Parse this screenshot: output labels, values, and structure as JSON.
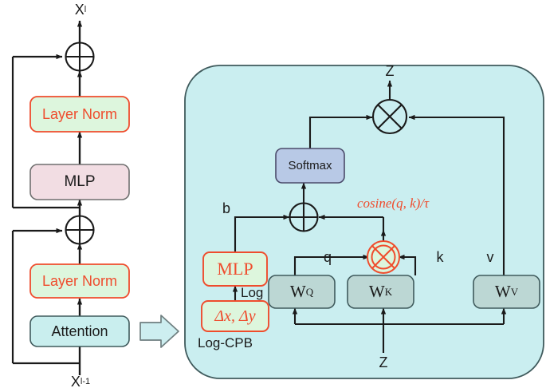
{
  "figure": {
    "type": "architecture-diagram",
    "title": "Swin Transformer V2 block with scaled cosine attention and Log-CPB",
    "background": "#ffffff"
  },
  "colors": {
    "panel_fill": "#caeef0",
    "panel_stroke": "#3f5a5c",
    "layernorm_fill": "#ddf6dd",
    "layernorm_stroke": "#ef4c2d",
    "mlp_left_fill": "#f2dde3",
    "mlp_left_stroke": "#6f6f6f",
    "attention_fill": "#c9eeee",
    "attention_stroke": "#3f5a5c",
    "softmax_fill": "#b8c9e6",
    "softmax_stroke": "#4a4a6a",
    "weight_fill": "#bcd7d4",
    "weight_stroke": "#3f5a5c",
    "arrow_block_fill": "#cdeef0",
    "arrow_block_stroke": "#6f7f80",
    "line": "#1a1a1a",
    "accent_red": "#ef4c2d",
    "text_black": "#1a1a1a"
  },
  "left_panel": {
    "name": "transformer-block",
    "input_label": "X",
    "input_subscript": "l-1",
    "output_label": "X",
    "output_subscript": "l",
    "blocks": [
      {
        "id": "attention",
        "label": "Attention",
        "fill": "#c9eeee",
        "stroke": "#3f5a5c",
        "text_color": "#1a1a1a",
        "font": "sans"
      },
      {
        "id": "layer-norm-1",
        "label": "Layer Norm",
        "fill": "#ddf6dd",
        "stroke": "#ef4c2d",
        "text_color": "#ef4c2d",
        "font": "sans"
      },
      {
        "id": "mlp",
        "label": "MLP",
        "fill": "#f2dde3",
        "stroke": "#6f6f6f",
        "text_color": "#1a1a1a",
        "font": "sans"
      },
      {
        "id": "layer-norm-2",
        "label": "Layer Norm",
        "fill": "#ddf6dd",
        "stroke": "#ef4c2d",
        "text_color": "#ef4c2d",
        "font": "sans"
      }
    ],
    "residual_adders": [
      {
        "id": "add-1",
        "symbol": "plus-circle"
      },
      {
        "id": "add-2",
        "symbol": "plus-circle"
      }
    ]
  },
  "connector": {
    "name": "expand-arrow",
    "direction": "right"
  },
  "right_panel": {
    "name": "attention-detail",
    "output_label": "Z",
    "input_label": "Z",
    "bias_label": "b",
    "log_label": "Log",
    "group_label": "Log-CPB",
    "annotation": "cosine(q, k)/τ",
    "branch_labels": {
      "q": "q",
      "k": "k",
      "v": "v"
    },
    "blocks": [
      {
        "id": "softmax",
        "label": "Softmax",
        "fill": "#b8c9e6",
        "stroke": "#4a4a6a",
        "text_color": "#1a1a1a",
        "font": "sans"
      },
      {
        "id": "mlp-cpb",
        "label": "MLP",
        "fill": "#ddf6dd",
        "stroke": "#ef4c2d",
        "text_color": "#ef4c2d",
        "font": "serif"
      },
      {
        "id": "delta-xy",
        "label": "Δx, Δy",
        "fill": "#ddf6dd",
        "stroke": "#ef4c2d",
        "text_color": "#ef4c2d",
        "font": "serif-italic"
      },
      {
        "id": "w-q",
        "label": "W",
        "superscript": "Q",
        "fill": "#bcd7d4",
        "stroke": "#3f5a5c",
        "text_color": "#1a1a1a",
        "font": "serif"
      },
      {
        "id": "w-k",
        "label": "W",
        "superscript": "K",
        "fill": "#bcd7d4",
        "stroke": "#3f5a5c",
        "text_color": "#1a1a1a",
        "font": "serif"
      },
      {
        "id": "w-v",
        "label": "W",
        "superscript": "V",
        "fill": "#bcd7d4",
        "stroke": "#3f5a5c",
        "text_color": "#1a1a1a",
        "font": "serif"
      }
    ],
    "operators": [
      {
        "id": "multiply-out",
        "symbol": "cross-circle",
        "color": "#1a1a1a"
      },
      {
        "id": "add-bias",
        "symbol": "plus-circle",
        "color": "#1a1a1a"
      },
      {
        "id": "cosine-similarity",
        "symbol": "cross-circle-double",
        "color": "#ef4c2d"
      }
    ]
  }
}
